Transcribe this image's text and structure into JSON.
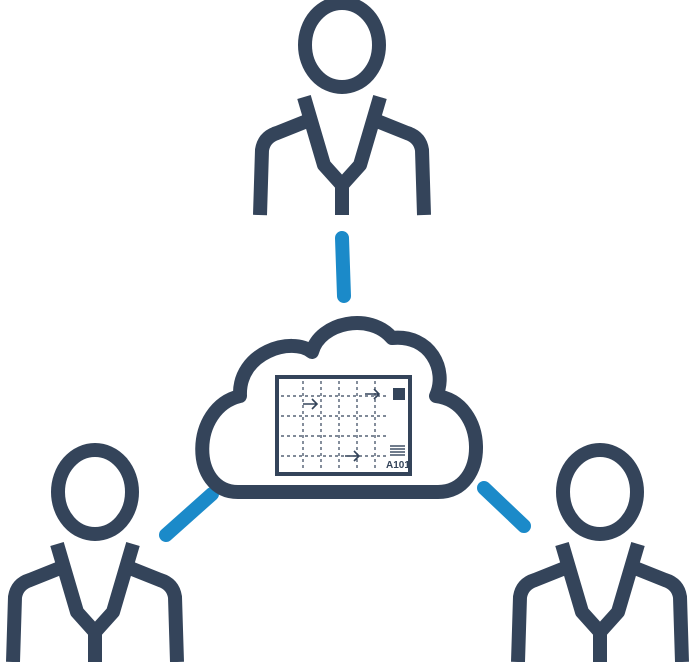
{
  "illustration": {
    "colors": {
      "outline": "#34445a",
      "connector": "#1b8ac9",
      "background": "#ffffff"
    },
    "cloud": {
      "icon": "cloud-icon",
      "document": {
        "icon": "architectural-drawing-icon",
        "sheet_label": "A101"
      }
    },
    "people": [
      {
        "icon": "user-icon"
      },
      {
        "icon": "user-icon"
      },
      {
        "icon": "user-icon"
      }
    ],
    "connectors": [
      {
        "icon": "link-line"
      },
      {
        "icon": "link-line"
      },
      {
        "icon": "link-line"
      }
    ]
  }
}
